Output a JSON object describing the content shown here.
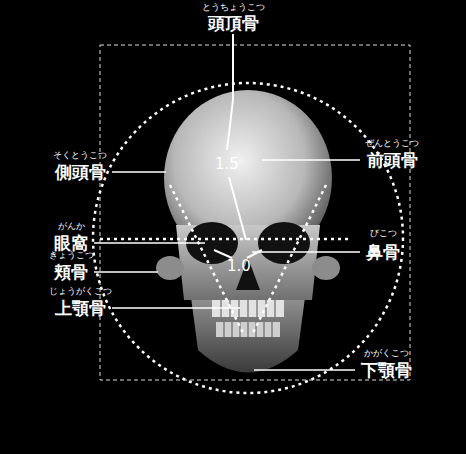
{
  "diagram": {
    "labels": [
      "とうちょうこつ",
      "頭頂骨",
      "ぜんとうこつ",
      "前頭骨",
      "そくとうこつ",
      "側頭骨",
      "がんか",
      "眼窩",
      "びこつ",
      "鼻骨",
      "きょうこつ",
      "頬骨",
      "じょうがくこつ",
      "上顎骨",
      "かがくこつ",
      "下顎骨",
      "1.5",
      "1.0"
    ]
  }
}
